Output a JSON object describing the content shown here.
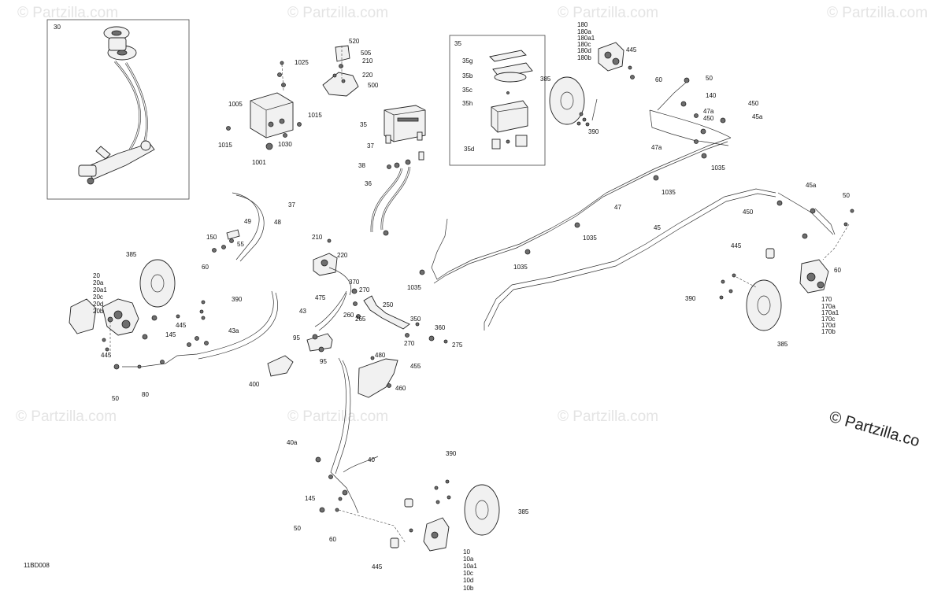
{
  "diagram": {
    "code": "11BD008",
    "watermark_text": "© Partzilla.com",
    "watermark_large": "© Partzilla.co"
  },
  "labels": [
    "30",
    "1025",
    "520",
    "505",
    "210",
    "220",
    "500",
    "1005",
    "1015",
    "1015",
    "1030",
    "1001",
    "35",
    "35g",
    "35b",
    "35c",
    "35h",
    "35d",
    "35",
    "37",
    "38",
    "36",
    "385",
    "390",
    "180",
    "180a",
    "180a1",
    "180c",
    "180d",
    "180b",
    "445",
    "60",
    "50",
    "140",
    "47a",
    "450",
    "450",
    "45a",
    "47a",
    "1035",
    "1035",
    "47",
    "1035",
    "1035",
    "1035",
    "45",
    "450",
    "45a",
    "50",
    "445",
    "60",
    "390",
    "385",
    "170",
    "170a",
    "170a1",
    "170c",
    "170d",
    "170b",
    "37",
    "49",
    "48",
    "150",
    "55",
    "60",
    "385",
    "20",
    "20a",
    "20a1",
    "20c",
    "20d",
    "20b",
    "390",
    "445",
    "445",
    "145",
    "43a",
    "43",
    "50",
    "80",
    "210",
    "220",
    "475",
    "370",
    "270",
    "260",
    "265",
    "250",
    "350",
    "360",
    "270",
    "275",
    "95",
    "95",
    "400",
    "480",
    "455",
    "460",
    "40a",
    "40",
    "145",
    "50",
    "60",
    "390",
    "385",
    "445",
    "10",
    "10a",
    "10a1",
    "10c",
    "10d",
    "10b"
  ]
}
